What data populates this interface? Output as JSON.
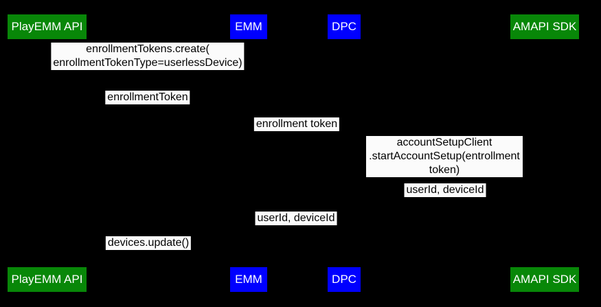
{
  "colors": {
    "background": "#000000",
    "actor_green": "#088708",
    "actor_blue": "#0000ff",
    "actor_text": "#ffffff",
    "message_bg": "#fbfbfb",
    "message_text": "#000000"
  },
  "actors": [
    {
      "label": "PlayEMM API",
      "color": "#088708"
    },
    {
      "label": "EMM",
      "color": "#0000ff"
    },
    {
      "label": "DPC",
      "color": "#0000ff"
    },
    {
      "label": "AMAPI SDK",
      "color": "#088708"
    }
  ],
  "messages": [
    {
      "text": "enrollmentTokens.create(\nenrollmentTokenType=userlessDevice)"
    },
    {
      "text": "enrollmentToken"
    },
    {
      "text": "enrollment token"
    },
    {
      "text": "accountSetupClient\n.startAccountSetup(entrollment token)"
    },
    {
      "text": "userId, deviceId"
    },
    {
      "text": "userId, deviceId"
    },
    {
      "text": "devices.update()"
    }
  ]
}
